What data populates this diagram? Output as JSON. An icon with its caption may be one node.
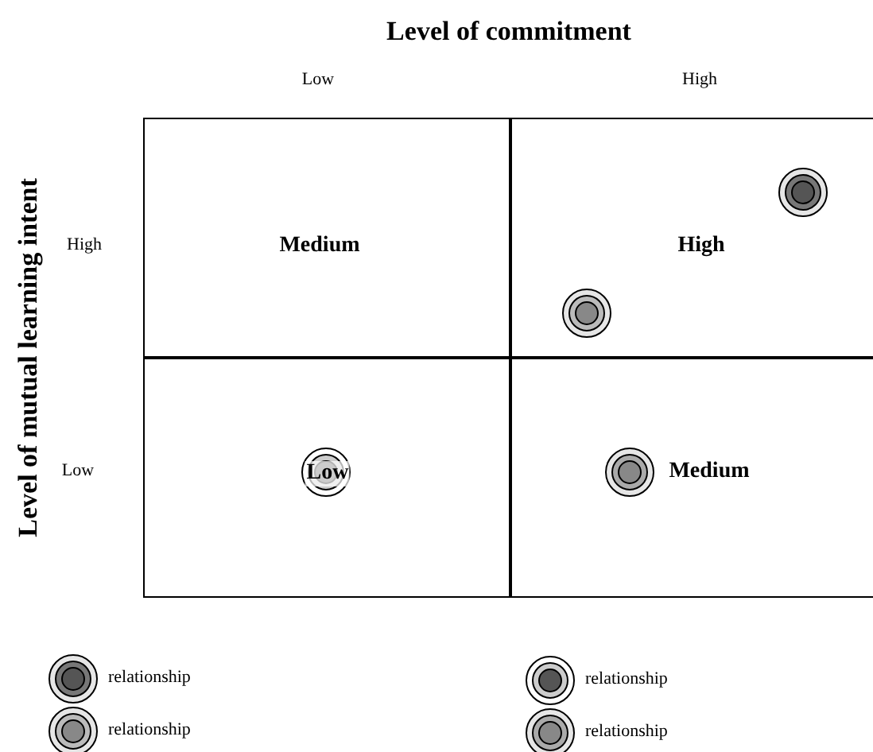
{
  "diagram": {
    "nodes": [
      {
        "text": [
          "Medium"
        ]
      },
      {
        "text": [
          "High"
        ]
      },
      {
        "text": [
          "Low"
        ]
      },
      {
        "text": [
          "Medium"
        ]
      }
    ],
    "labels": [
      "Level of commitment",
      "Low",
      "High",
      "Level of mutual learning intent",
      "High",
      "Low"
    ],
    "legend": [
      {
        "text": "relationship"
      },
      {
        "text": "relationship"
      },
      {
        "text": "relationship"
      },
      {
        "text": "relationship"
      }
    ]
  }
}
